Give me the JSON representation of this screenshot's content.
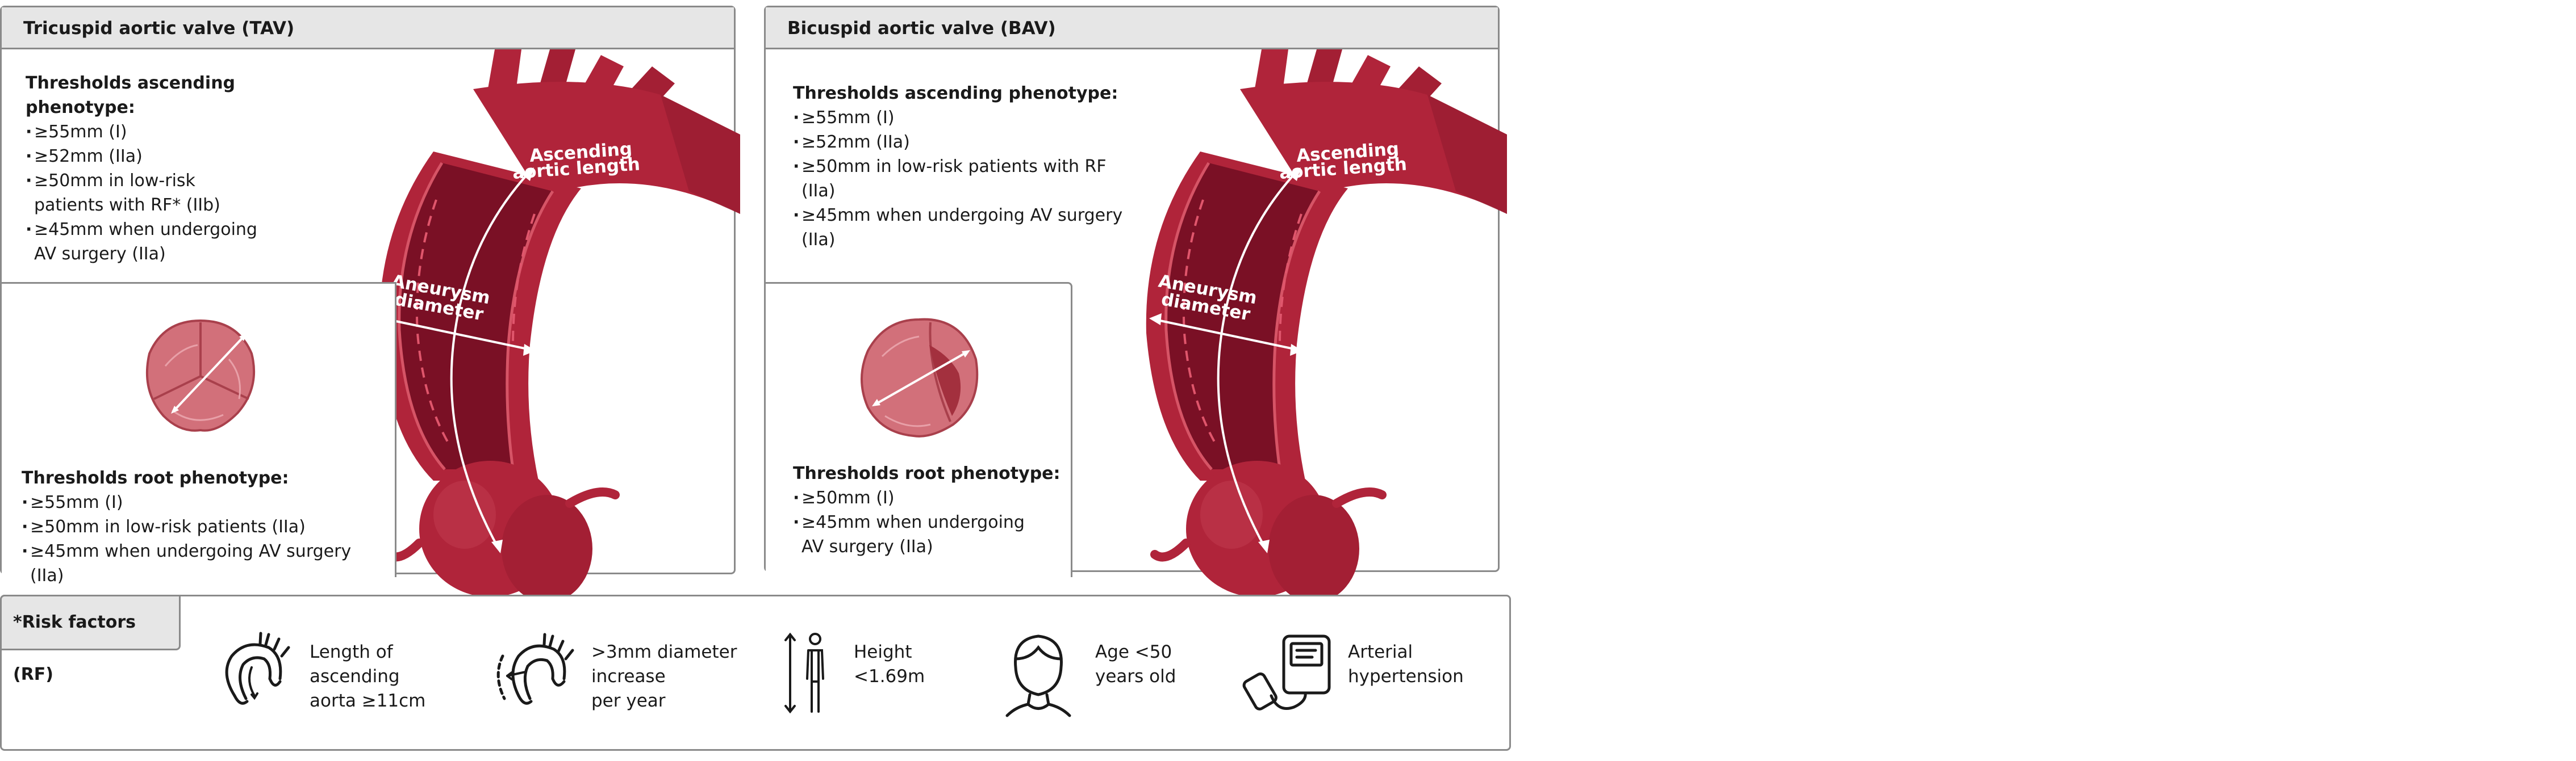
{
  "tav": {
    "title": "Tricuspid aortic valve (TAV)",
    "ascending": {
      "heading": "Thresholds ascending phenotype:",
      "items": [
        "≥55mm (I)",
        "≥52mm (IIa)",
        "≥50mm in low-risk\npatients with RF* (IIb)",
        "≥45mm when undergoing\nAV surgery (IIa)"
      ]
    },
    "root": {
      "heading": "Thresholds root phenotype:",
      "items": [
        "≥55mm (I)",
        "≥50mm in low-risk patients (IIa)",
        "≥45mm when undergoing AV surgery (IIa)"
      ]
    },
    "label_aneurysm": [
      "Aneurysm",
      "diameter"
    ],
    "label_length": [
      "Ascending",
      "aortic length"
    ]
  },
  "bav": {
    "title": "Bicuspid aortic valve (BAV)",
    "ascending": {
      "heading": "Thresholds ascending phenotype:",
      "items": [
        "≥55mm (I)",
        "≥52mm (IIa)",
        "≥50mm in low-risk patients with RF (IIa)",
        "≥45mm when undergoing AV surgery (IIa)"
      ]
    },
    "root": {
      "heading": "Thresholds root phenotype:",
      "items": [
        "≥50mm (I)",
        "≥45mm when undergoing\nAV surgery (IIa)"
      ]
    },
    "label_aneurysm": [
      "Aneurysm",
      "diameter"
    ],
    "label_length": [
      "Ascending",
      "aortic length"
    ]
  },
  "risk_factors": {
    "title": "*Risk factors (RF)",
    "items": [
      {
        "icon": "aorta-length-icon",
        "label": "Length of\nascending\naorta ≥11cm"
      },
      {
        "icon": "aorta-diameter-increase-icon",
        "label": ">3mm diameter\nincrease\nper year"
      },
      {
        "icon": "height-person-icon",
        "label": "Height\n<1.69m"
      },
      {
        "icon": "face-age-icon",
        "label": "Age <50\nyears old"
      },
      {
        "icon": "blood-pressure-monitor-icon",
        "label": "Arterial\nhypertension"
      }
    ]
  },
  "colors": {
    "aorta": "#b0243a",
    "aorta_dark": "#7a1025",
    "aorta_inner": "#8f1a2e",
    "valve": "#d2707a",
    "border": "#8a8a8a",
    "header_bg": "#e6e6e6"
  }
}
